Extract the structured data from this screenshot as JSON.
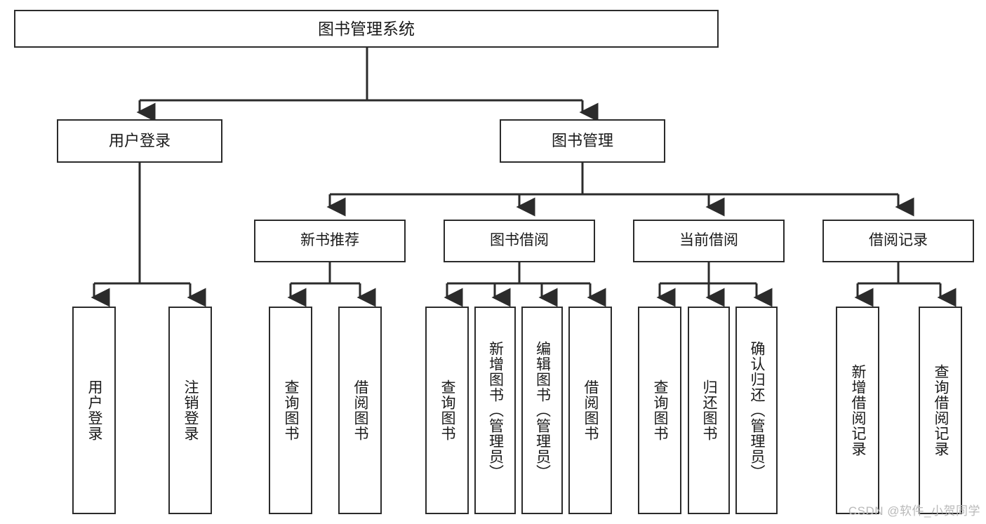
{
  "diagram": {
    "title": "图书管理系统",
    "type": "tree",
    "orientation": "top-down",
    "colors": {
      "box_border": "#2b2b2b",
      "box_fill": "#ffffff",
      "connector": "#2b2b2b",
      "text": "#1a1a1a",
      "watermark": "#b9b9b9",
      "background": "#ffffff"
    },
    "root": {
      "label": "图书管理系统"
    },
    "level1": [
      {
        "label": "用户登录"
      },
      {
        "label": "图书管理"
      }
    ],
    "level2": [
      {
        "label": "新书推荐"
      },
      {
        "label": "图书借阅"
      },
      {
        "label": "当前借阅"
      },
      {
        "label": "借阅记录"
      }
    ],
    "leaves": {
      "user_login": [
        {
          "label": "用户登录"
        },
        {
          "label": "注销登录"
        }
      ],
      "new_book_recommend": [
        {
          "label": "查询图书"
        },
        {
          "label": "借阅图书"
        }
      ],
      "book_borrow": [
        {
          "label": "查询图书"
        },
        {
          "label": "新增图书（管理员）"
        },
        {
          "label": "编辑图书（管理员）"
        },
        {
          "label": "借阅图书"
        }
      ],
      "current_borrow": [
        {
          "label": "查询图书"
        },
        {
          "label": "归还图书"
        },
        {
          "label": "确认归还（管理员）"
        }
      ],
      "borrow_record": [
        {
          "label": "新增借阅记录"
        },
        {
          "label": "查询借阅记录"
        }
      ]
    }
  },
  "watermark": {
    "text": "CSDN @软件_小贺同学"
  }
}
